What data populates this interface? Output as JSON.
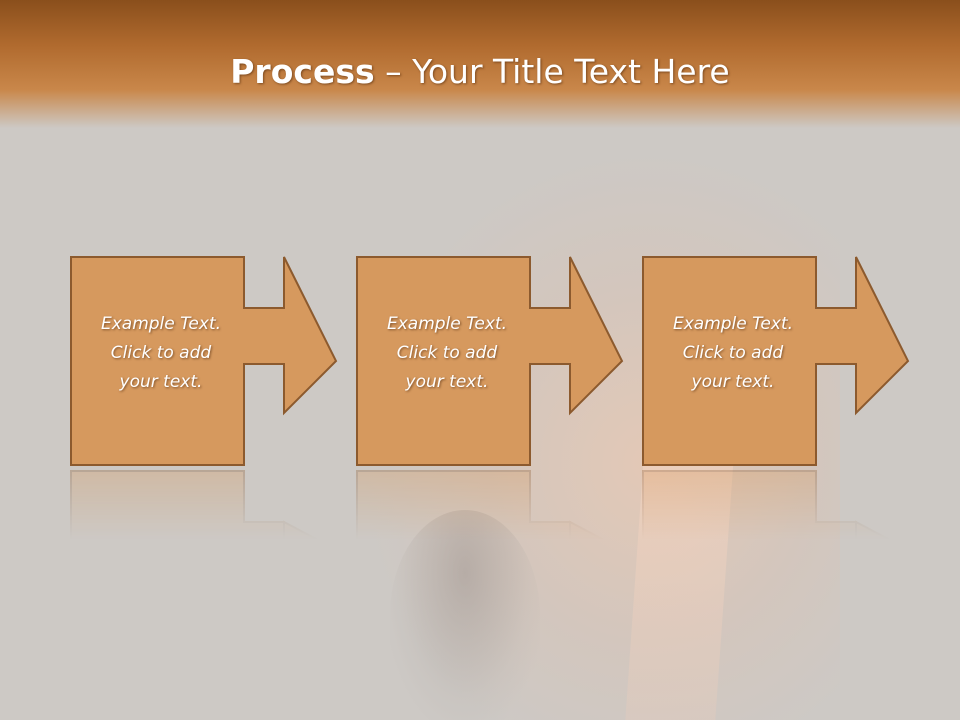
{
  "slide": {
    "title_bold": "Process",
    "title_rest": " – Your Title Text Here"
  },
  "steps": [
    {
      "line1": "Example Text.",
      "line2": "Click  to add",
      "line3": "your text."
    },
    {
      "line1": "Example Text.",
      "line2": "Click  to add",
      "line3": "your text."
    },
    {
      "line1": "Example Text.",
      "line2": "Click  to add",
      "line3": "your text."
    }
  ],
  "colors": {
    "header_top": "#8a4f1c",
    "header_bottom": "#c9874a",
    "box_fill": "#d6995e",
    "box_border": "#8c5a2e",
    "background": "#cdc9c5"
  }
}
